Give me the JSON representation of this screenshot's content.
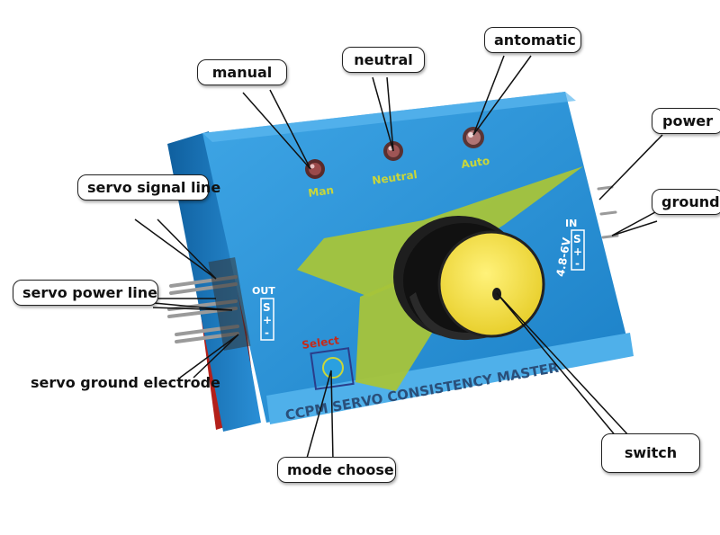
{
  "device": {
    "led_labels": [
      "Man",
      "Neutral",
      "Auto"
    ],
    "in_label": "IN",
    "in_pins": [
      "S",
      "+",
      "-"
    ],
    "voltage": "4.8-6V",
    "out_label": "OUT",
    "out_pins": [
      "S",
      "+",
      "-"
    ],
    "select_label": "Select",
    "brand_text": "CCPM SERVO CONSISTENCY MASTER"
  },
  "callouts": {
    "manual": "manual",
    "neutral": "neutral",
    "automatic": "antomatic",
    "power": "power",
    "ground": "ground",
    "servo_signal_line": "servo signal line",
    "servo_power_line": "servo power line",
    "servo_ground_electrode": "servo ground electrode",
    "mode_choose": "mode choose",
    "switch": "switch"
  },
  "colors": {
    "body_blue": "#1f8fd6",
    "knob_yellow": "#f5e24a",
    "accent_green": "#a6c43a",
    "pcb_red": "#b3201a"
  }
}
